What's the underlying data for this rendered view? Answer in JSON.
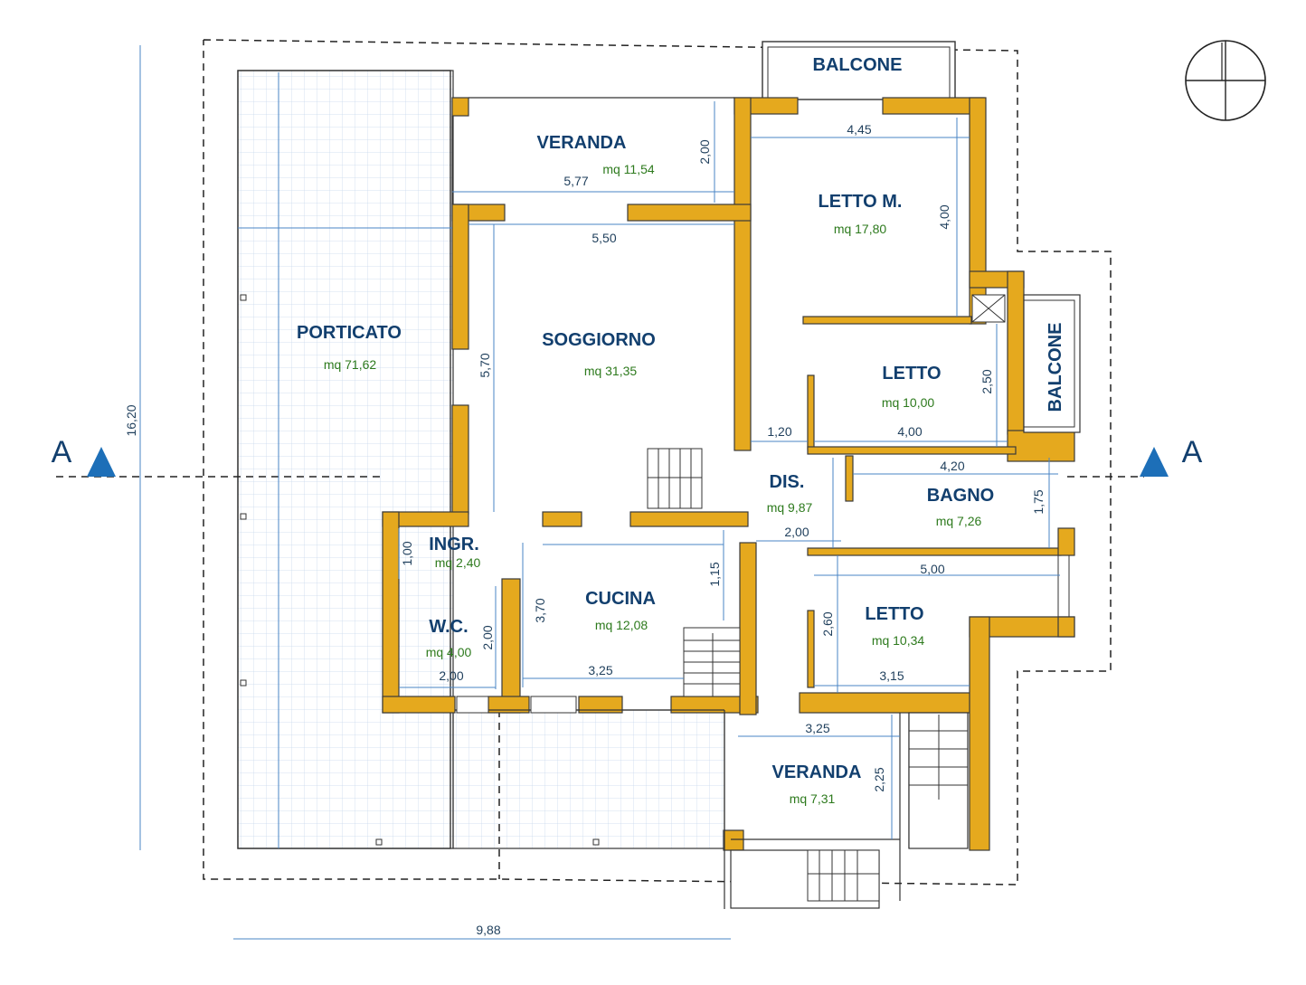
{
  "rooms": {
    "balcone_top": {
      "name": "BALCONE"
    },
    "veranda_top": {
      "name": "VERANDA",
      "area": "mq 11,54"
    },
    "letto_m": {
      "name": "LETTO M.",
      "area": "mq 17,80"
    },
    "soggiorno": {
      "name": "SOGGIORNO",
      "area": "mq 31,35"
    },
    "porticato": {
      "name": "PORTICATO",
      "area": "mq 71,62"
    },
    "letto_1": {
      "name": "LETTO",
      "area": "mq 10,00"
    },
    "balcone_side": {
      "name": "BALCONE"
    },
    "dis": {
      "name": "DIS.",
      "area": "mq 9,87"
    },
    "bagno": {
      "name": "BAGNO",
      "area": "mq 7,26"
    },
    "ingr": {
      "name": "INGR.",
      "area": "mq 2,40"
    },
    "cucina": {
      "name": "CUCINA",
      "area": "mq 12,08"
    },
    "wc": {
      "name": "W.C.",
      "area": "mq 4,00"
    },
    "letto_2": {
      "name": "LETTO",
      "area": "mq 10,34"
    },
    "veranda_bottom": {
      "name": "VERANDA",
      "area": "mq 7,31"
    }
  },
  "dimensions": {
    "total_height": "16,20",
    "total_width": "9,88",
    "veranda_top_w": "5,77",
    "veranda_top_h": "2,00",
    "letto_m_w": "4,45",
    "letto_m_h": "4,00",
    "soggiorno_w": "5,50",
    "soggiorno_h": "5,70",
    "letto1_h": "2,50",
    "letto1_w": "4,00",
    "dis_w": "1,20",
    "bagno_w": "4,20",
    "bagno_h": "1,75",
    "dis_w2": "2,00",
    "ingr_h": "1,00",
    "cucina_h1": "1,15",
    "cucina_h2": "3,70",
    "cucina_w": "3,25",
    "wc_h": "2,00",
    "wc_w": "2,00",
    "letto2_w": "5,00",
    "letto2_h": "2,60",
    "letto2_w2": "3,15",
    "veranda_bottom_w": "3,25",
    "veranda_bottom_h": "2,25"
  },
  "section": {
    "left_label": "A",
    "right_label": "A"
  },
  "colors": {
    "wall": "#e5a91e",
    "label": "#123f6e",
    "area": "#2d7a1d",
    "dimension": "#4a84c4"
  },
  "icons": [
    "compass-icon",
    "section-arrow-icon",
    "stair-icon"
  ]
}
